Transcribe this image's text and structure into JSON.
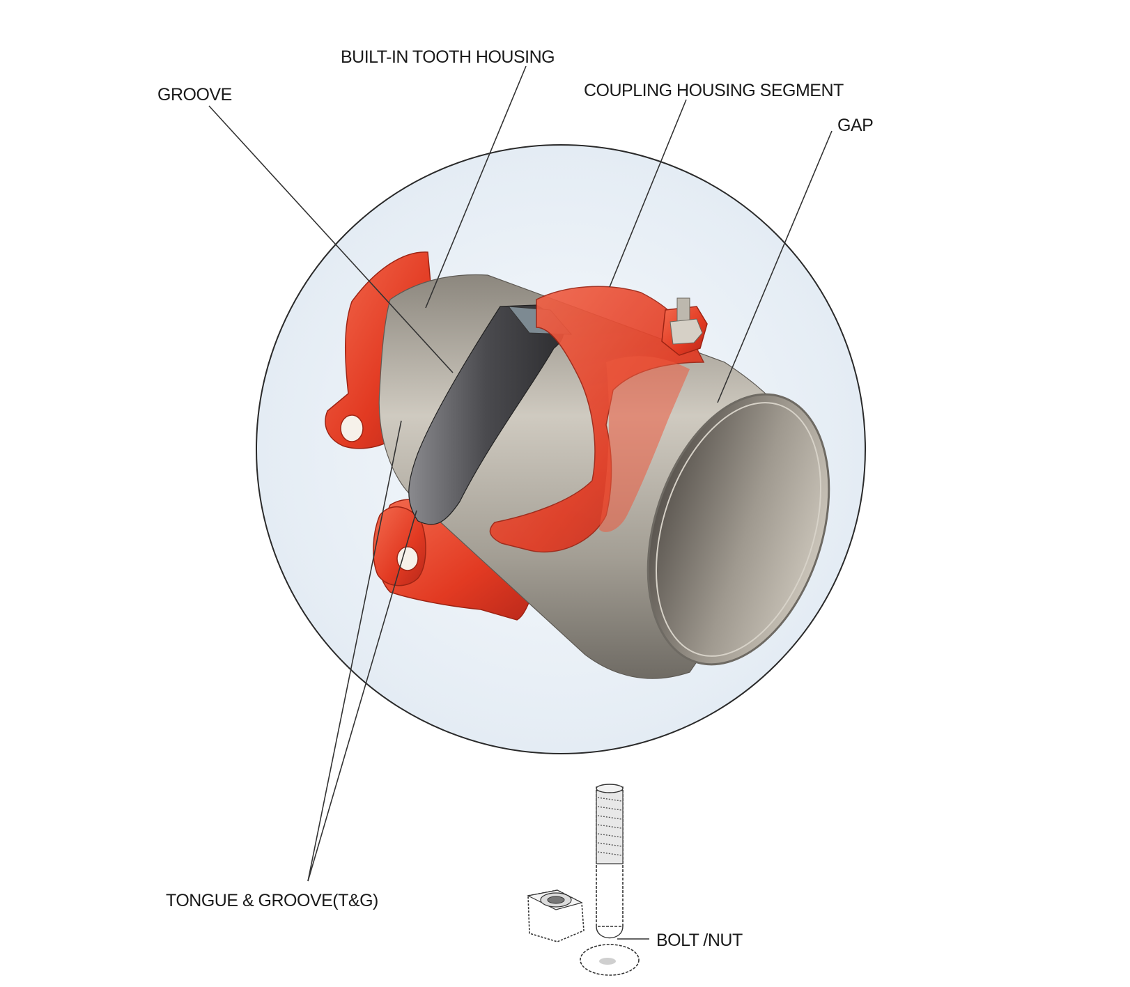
{
  "labels": {
    "built_in_tooth_housing": "BUILT-IN TOOTH HOUSING",
    "groove": "GROOVE",
    "coupling_housing_segment": "COUPLING HOUSING SEGMENT",
    "gap": "GAP",
    "tongue_and_groove": "TONGUE & GROOVE(T&G)",
    "bolt_nut": "BOLT /NUT"
  },
  "colors": {
    "housing_red": "#e8432a",
    "pipe_steel": "#a8a399",
    "gasket_dark": "#4f4f52",
    "circle_fill": "#eef3f8",
    "line": "#333333"
  }
}
